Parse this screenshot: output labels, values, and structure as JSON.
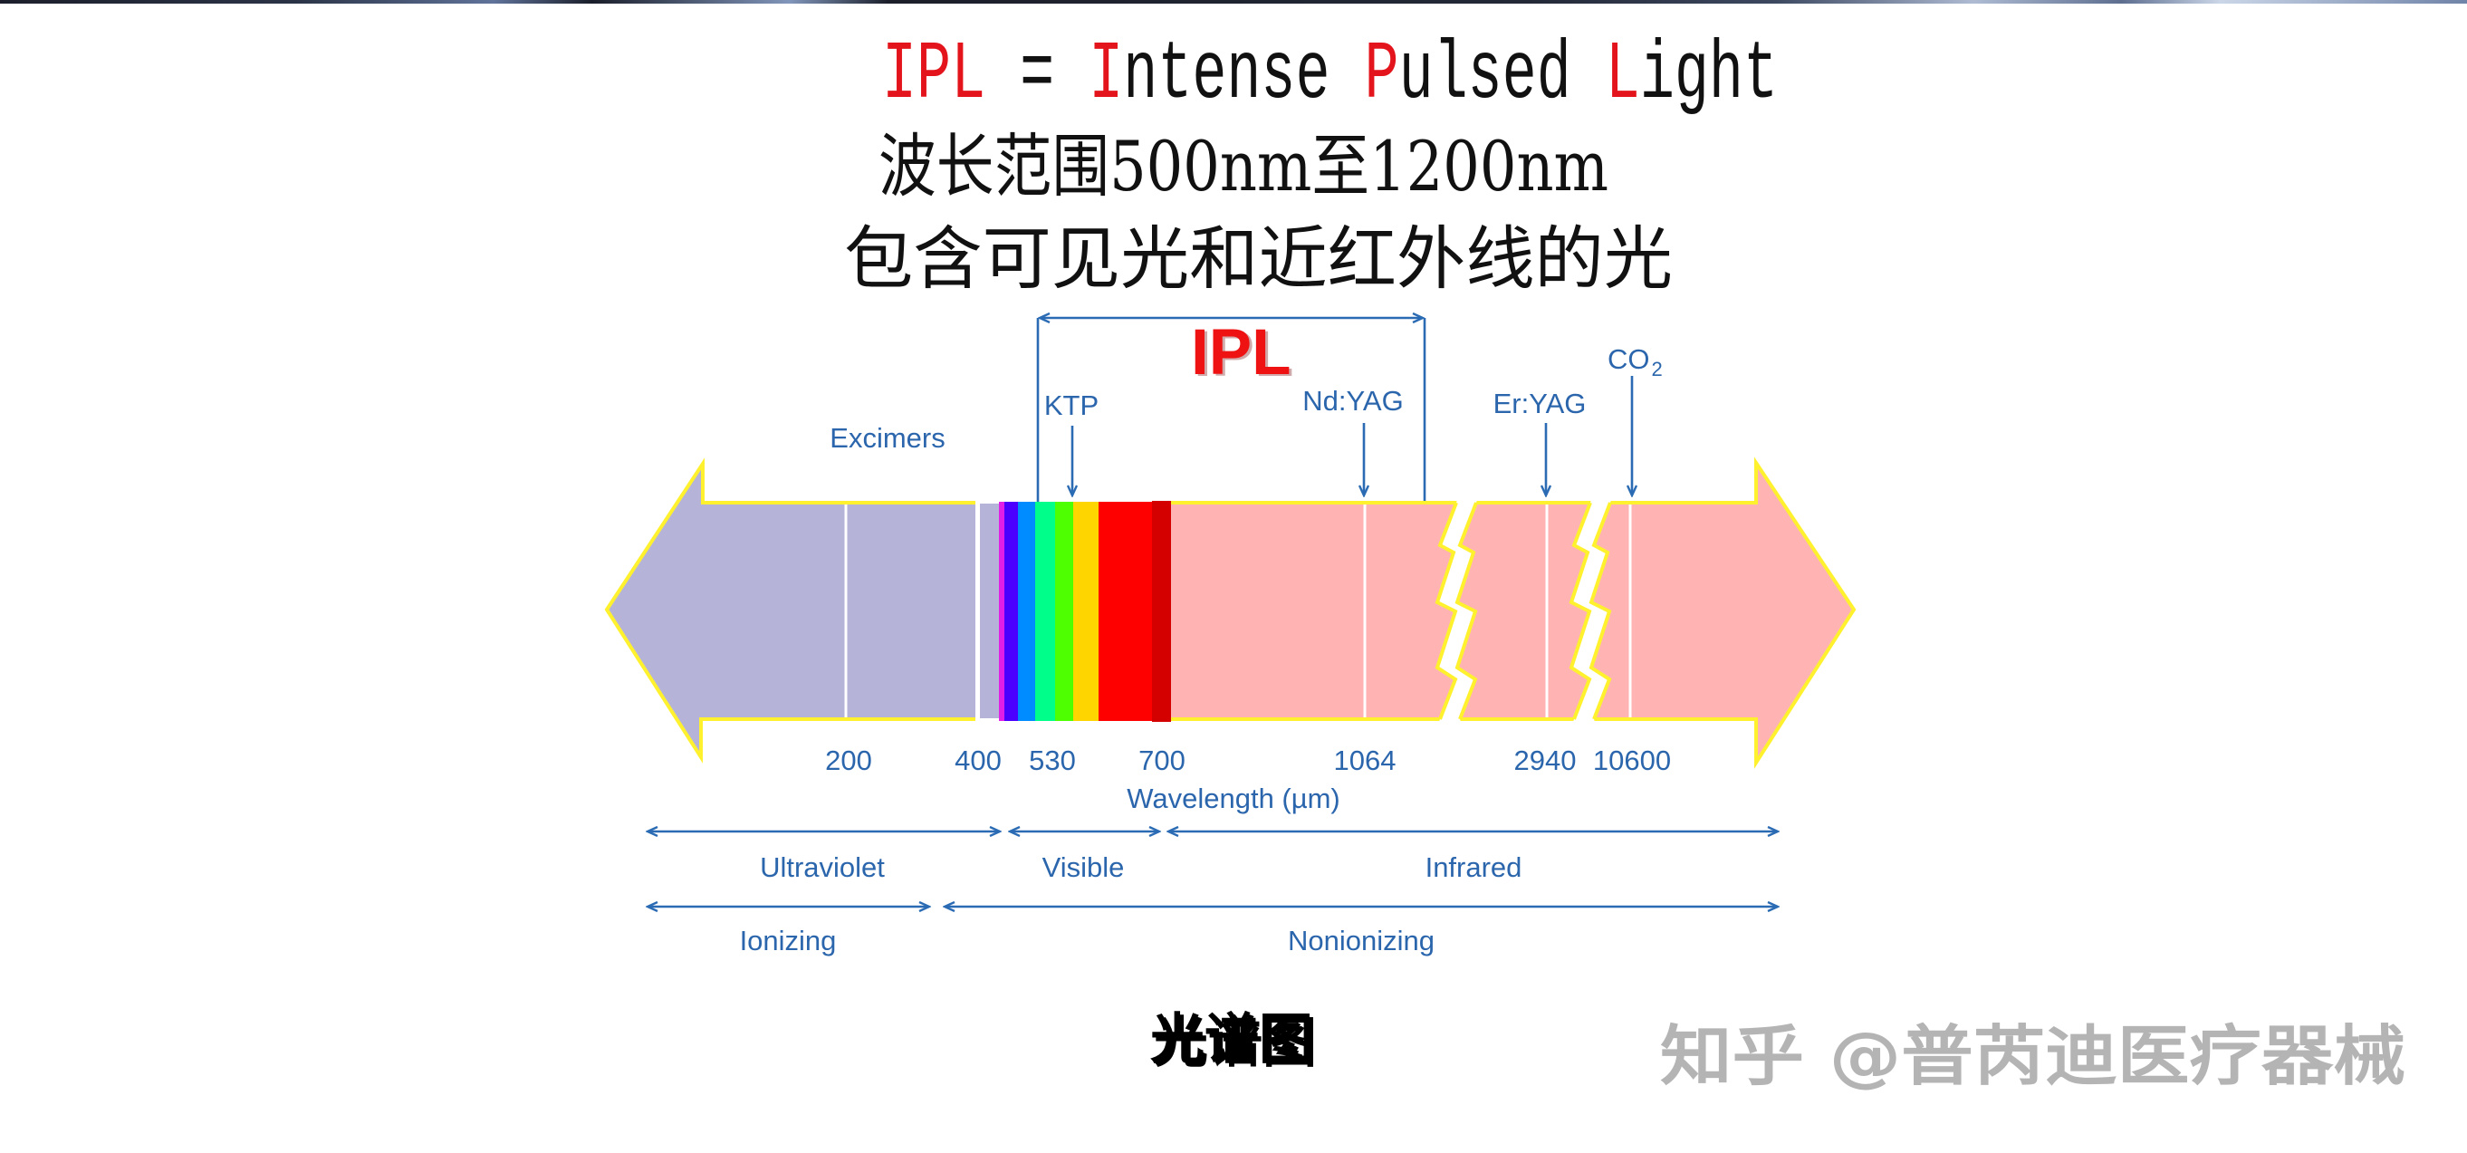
{
  "title": {
    "line1_segments": [
      {
        "text": "IPL",
        "color": "#e3141b"
      },
      {
        "text": " = ",
        "color": "#111111"
      },
      {
        "text": "I",
        "color": "#e3141b"
      },
      {
        "text": "ntense ",
        "color": "#111111"
      },
      {
        "text": "P",
        "color": "#e3141b"
      },
      {
        "text": "ulsed ",
        "color": "#111111"
      },
      {
        "text": "L",
        "color": "#e3141b"
      },
      {
        "text": "ight",
        "color": "#111111"
      }
    ],
    "line2": "波长范围500nm至1200nm",
    "line3": "包含可见光和近红外线的光"
  },
  "diagram": {
    "ipl_label": "IPL",
    "ipl_color": "#ee1212",
    "laser_labels": {
      "excimers": "Excimers",
      "ktp": "KTP",
      "nd_yag": "Nd:YAG",
      "er_yag": "Er:YAG",
      "co2": "CO",
      "co2_subscript": "2"
    },
    "wavelength_ticks": [
      "200",
      "400",
      "530",
      "700",
      "1064",
      "2940",
      "10600"
    ],
    "axis_label": "Wavelength (µm)",
    "bands": [
      "Ultraviolet",
      "Visible",
      "Infrared"
    ],
    "ionization": [
      "Ionizing",
      "Nonionizing"
    ],
    "colors": {
      "ultraviolet_fill": "#b6b3d8",
      "infrared_fill": "#ffb3b3",
      "outline": "#fff12e",
      "annotation": "#2b66ad",
      "divider": "#ffffff"
    },
    "spectrum": [
      {
        "name": "magenta",
        "color": "#e01ee6"
      },
      {
        "name": "violet",
        "color": "#4b00ff"
      },
      {
        "name": "blue",
        "color": "#008cff"
      },
      {
        "name": "cyan-green",
        "color": "#00ff8a"
      },
      {
        "name": "green",
        "color": "#4dff00"
      },
      {
        "name": "yellow",
        "color": "#ffd500"
      },
      {
        "name": "red",
        "color": "#ff0000"
      },
      {
        "name": "dark-red",
        "color": "#d40000"
      }
    ]
  },
  "caption": "光谱图",
  "watermark": "知乎 @普芮迪医疗器械"
}
